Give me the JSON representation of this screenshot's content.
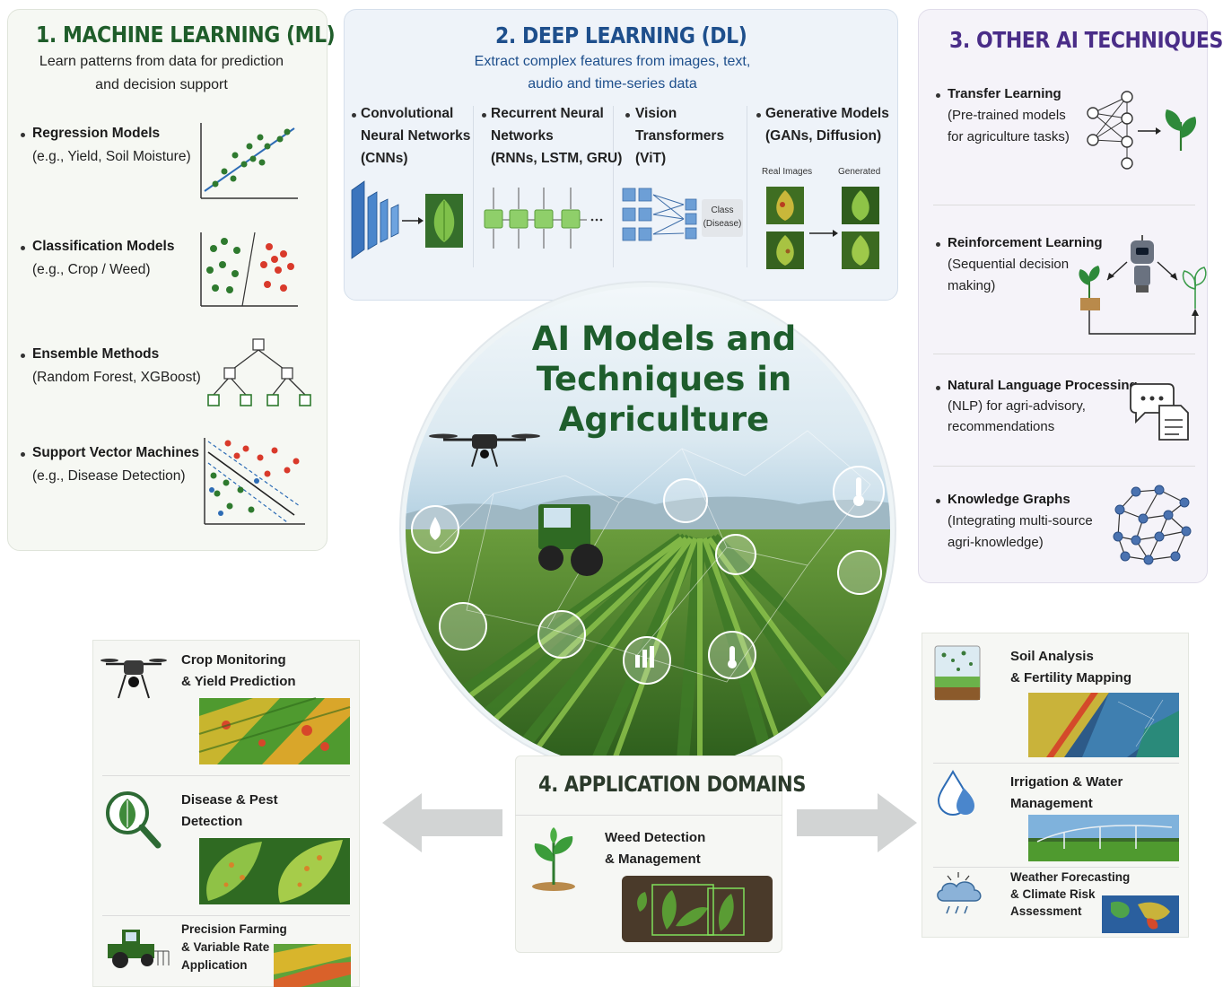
{
  "center": {
    "title": "AI Models and Techniques in Agriculture"
  },
  "ml": {
    "title": "1. MACHINE LEARNING (ML)",
    "subtitle_line1": "Learn patterns from data for prediction",
    "subtitle_line2": "and decision support",
    "items": [
      {
        "name": "Regression Models",
        "detail": "(e.g., Yield, Soil Moisture)"
      },
      {
        "name": "Classification Models",
        "detail": "(e.g., Crop / Weed)"
      },
      {
        "name": "Ensemble Methods",
        "detail": "(Random Forest, XGBoost)"
      },
      {
        "name": "Support Vector Machines",
        "detail": "(e.g., Disease Detection)"
      }
    ]
  },
  "dl": {
    "title": "2. DEEP LEARNING (DL)",
    "subtitle_line1": "Extract complex features from images, text,",
    "subtitle_line2": "audio and time-series data",
    "columns": [
      {
        "line1": "Convolutional",
        "line2": "Neural Networks",
        "line3": "(CNNs)"
      },
      {
        "line1": "Recurrent Neural",
        "line2": "Networks",
        "line3": "(RNNs, LSTM, GRU)"
      },
      {
        "line1": "Vision",
        "line2": "Transformers",
        "line3": "(ViT)"
      },
      {
        "line1": "Generative Models",
        "line2": "(GANs, Diffusion)",
        "line3": ""
      }
    ],
    "vit_class_label": "Class",
    "vit_disease_label": "(Disease)",
    "gan_real_label": "Real Images",
    "gan_generated_label": "Generated"
  },
  "other": {
    "title": "3. OTHER AI TECHNIQUES",
    "items": [
      {
        "name": "Transfer Learning",
        "l1": "(Pre-trained models",
        "l2": "for agriculture tasks)"
      },
      {
        "name": "Reinforcement Learning",
        "l1": "(Sequential decision",
        "l2": "making)"
      },
      {
        "name": "Natural Language Processing",
        "l1": "(NLP) for agri-advisory,",
        "l2": "recommendations"
      },
      {
        "name": "Knowledge Graphs",
        "l1": "(Integrating multi-source",
        "l2": "agri-knowledge)"
      }
    ]
  },
  "apps": {
    "title": "4. APPLICATION DOMAINS",
    "left": [
      {
        "l1": "Crop Monitoring",
        "l2": "& Yield Prediction",
        "l3": ""
      },
      {
        "l1": "Disease & Pest",
        "l2": "Detection",
        "l3": ""
      },
      {
        "l1": "Precision Farming",
        "l2": "& Variable Rate",
        "l3": "Application"
      }
    ],
    "center": {
      "l1": "Weed Detection",
      "l2": "& Management"
    },
    "right": [
      {
        "l1": "Soil Analysis",
        "l2": "& Fertility Mapping",
        "l3": ""
      },
      {
        "l1": "Irrigation & Water",
        "l2": "Management",
        "l3": ""
      },
      {
        "l1": "Weather Forecasting",
        "l2": "& Climate Risk",
        "l3": "Assessment"
      }
    ]
  },
  "colors": {
    "ml_green": "#1f5d2a",
    "dl_blue": "#1e4f8c",
    "ai_purple": "#4a2d88",
    "center_green": "#1e5d2c"
  }
}
